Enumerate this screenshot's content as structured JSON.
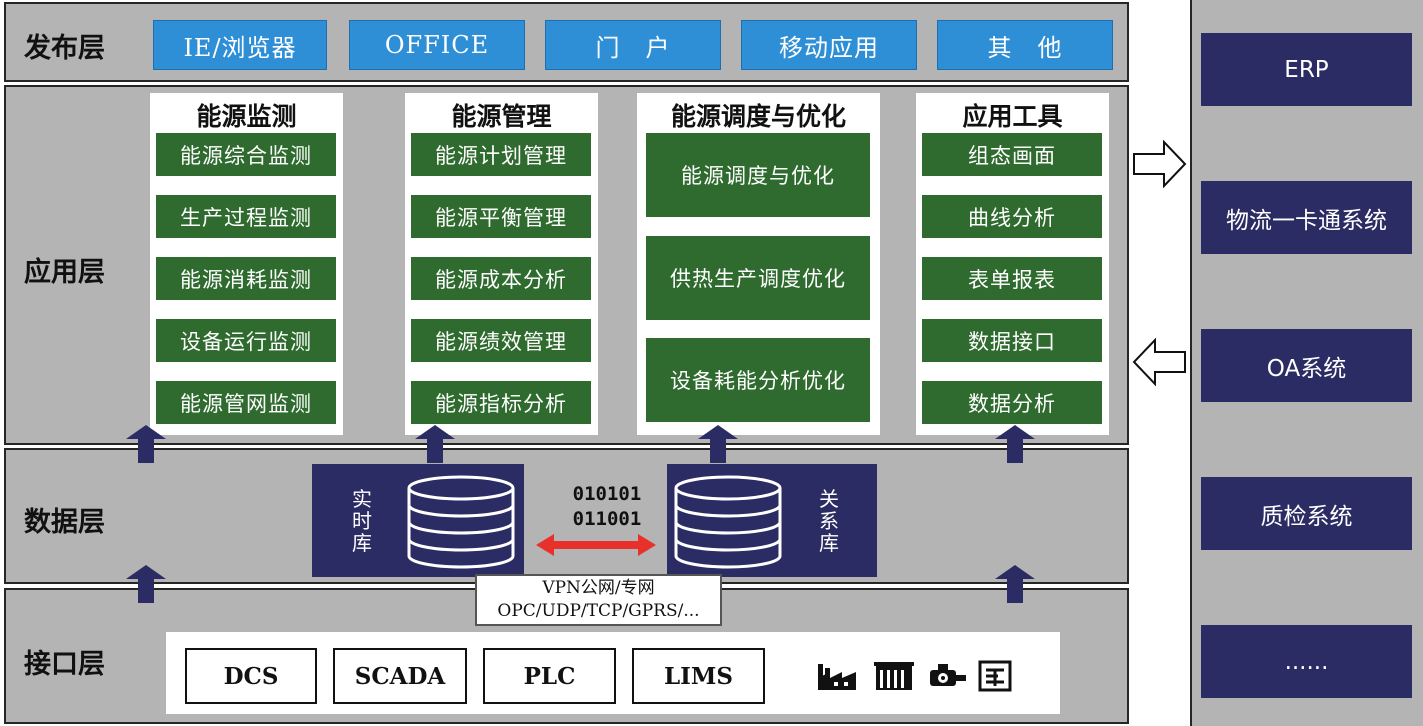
{
  "layers": {
    "publish": {
      "label": "发布层",
      "buttons": [
        "IE/浏览器",
        "OFFICE",
        "门　户",
        "移动应用",
        "其　他"
      ]
    },
    "application": {
      "label": "应用层",
      "panels": [
        {
          "title": "能源监测",
          "items": [
            "能源综合监测",
            "生产过程监测",
            "能源消耗监测",
            "设备运行监测",
            "能源管网监测"
          ]
        },
        {
          "title": "能源管理",
          "items": [
            "能源计划管理",
            "能源平衡管理",
            "能源成本分析",
            "能源绩效管理",
            "能源指标分析"
          ]
        },
        {
          "title": "能源调度与优化",
          "items": [
            "能源调度与优化",
            "供热生产调度优化",
            "设备耗能分析优化"
          ]
        },
        {
          "title": "应用工具",
          "items": [
            "组态画面",
            "曲线分析",
            "表单报表",
            "数据接口",
            "数据分析"
          ]
        }
      ]
    },
    "data": {
      "label": "数据层",
      "realtime_db": [
        "实",
        "时",
        "库"
      ],
      "relational_db": [
        "关",
        "系",
        "库"
      ],
      "binary_line1": "010101",
      "binary_line2": "011001"
    },
    "network": {
      "line1": "VPN公网/专网",
      "line2": "OPC/UDP/TCP/GPRS/..."
    },
    "interface": {
      "label": "接口层",
      "boxes": [
        "DCS",
        "SCADA",
        "PLC",
        "LIMS"
      ],
      "icons": [
        "factory-icon",
        "building-icon",
        "motor-icon",
        "meter-icon"
      ]
    }
  },
  "external_systems": [
    "ERP",
    "物流一卡通系统",
    "OA系统",
    "质检系统",
    "......"
  ],
  "colors": {
    "layer_bg": "#b4b4b4",
    "blue": "#2f8fd6",
    "green": "#2f6b2f",
    "navy": "#2c2c64",
    "sync_arrow": "#e8312a"
  }
}
